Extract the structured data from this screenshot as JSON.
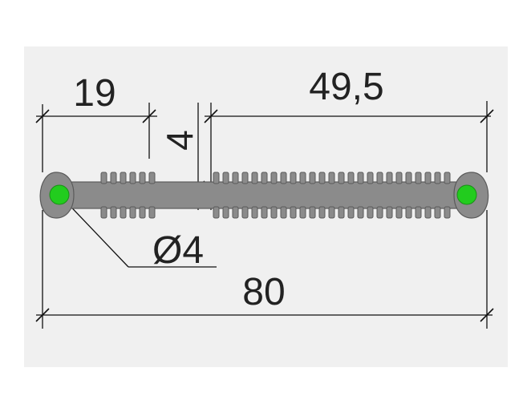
{
  "dimensions": {
    "left_width": "19",
    "right_width": "49,5",
    "thickness": "4",
    "bulb_diameter": "Ø4",
    "total_width": "80"
  },
  "colors": {
    "profile": "#8b8b8b",
    "profile_outline": "#5a5a5a",
    "bulb_fill": "#22cc1e",
    "dim_line": "#111111",
    "background": "#f0f0f0"
  }
}
